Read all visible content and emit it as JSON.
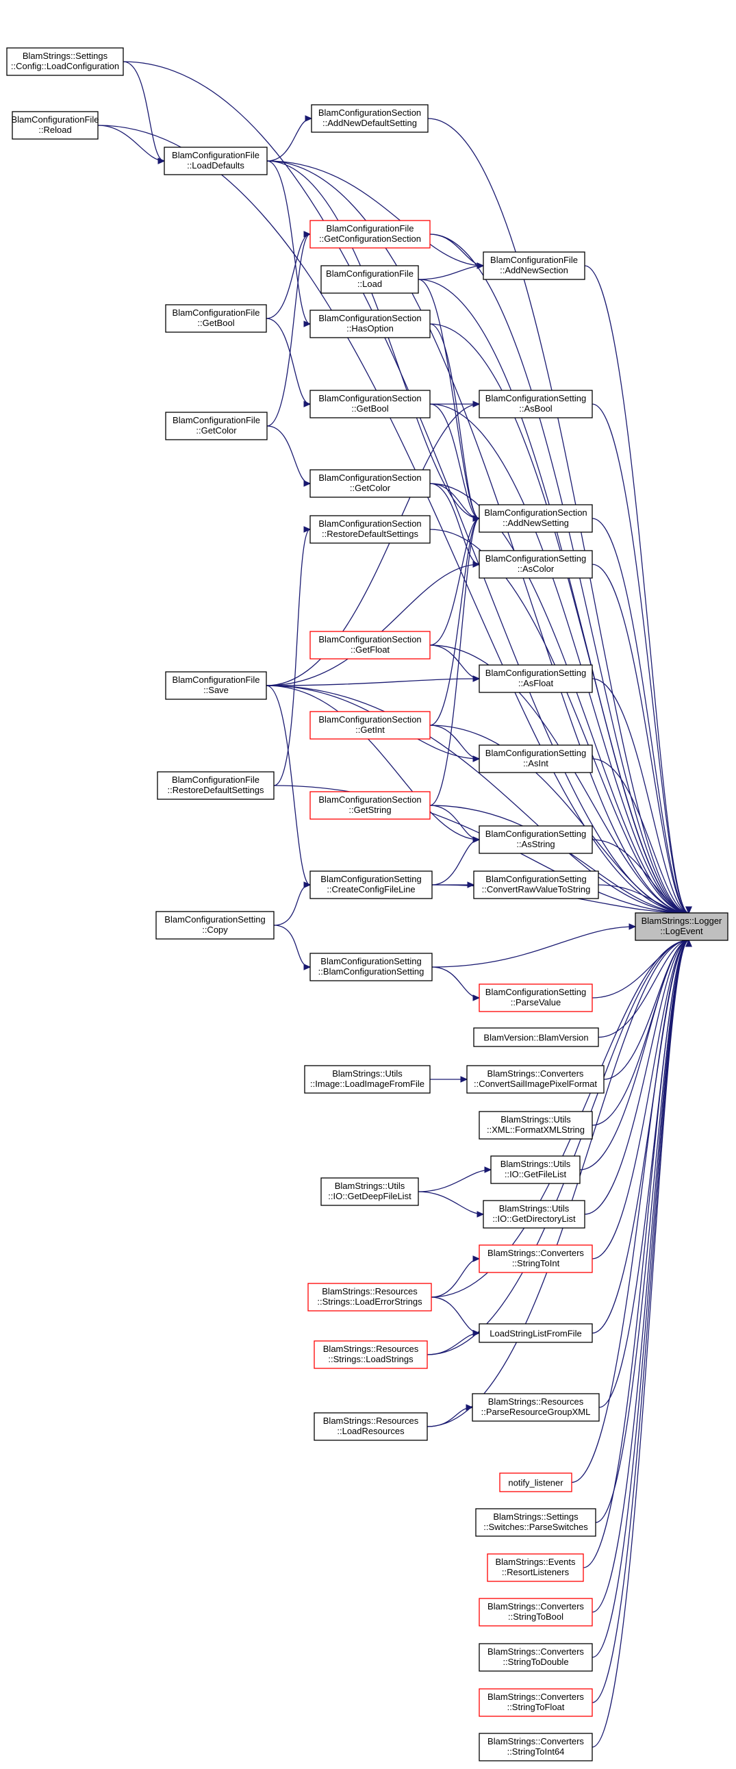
{
  "colors": {
    "edge": "#191970",
    "node_border": "#000000",
    "node_border_partial": "#ff0000",
    "target_fill": "#bfbfbf",
    "node_fill": "#ffffff"
  },
  "nodes": [
    {
      "id": "logevent",
      "lines": [
        "BlamStrings::Logger",
        "::LogEvent"
      ],
      "border": "black",
      "target": true
    },
    {
      "id": "loadconfiguration",
      "lines": [
        "BlamStrings::Settings",
        "::Config::LoadConfiguration"
      ],
      "border": "black"
    },
    {
      "id": "reload",
      "lines": [
        "BlamConfigurationFile",
        "::Reload"
      ],
      "border": "black"
    },
    {
      "id": "loaddefaults",
      "lines": [
        "BlamConfigurationFile",
        "::LoadDefaults"
      ],
      "border": "black"
    },
    {
      "id": "addnewdefaultsetting",
      "lines": [
        "BlamConfigurationSection",
        "::AddNewDefaultSetting"
      ],
      "border": "black"
    },
    {
      "id": "getconfigurationsection",
      "lines": [
        "BlamConfigurationFile",
        "::GetConfigurationSection"
      ],
      "border": "red"
    },
    {
      "id": "load",
      "lines": [
        "BlamConfigurationFile",
        "::Load"
      ],
      "border": "black"
    },
    {
      "id": "addnewsection",
      "lines": [
        "BlamConfigurationFile",
        "::AddNewSection"
      ],
      "border": "black"
    },
    {
      "id": "file_getbool",
      "lines": [
        "BlamConfigurationFile",
        "::GetBool"
      ],
      "border": "black"
    },
    {
      "id": "hasoption",
      "lines": [
        "BlamConfigurationSection",
        "::HasOption"
      ],
      "border": "black"
    },
    {
      "id": "section_getbool",
      "lines": [
        "BlamConfigurationSection",
        "::GetBool"
      ],
      "border": "black"
    },
    {
      "id": "asbool",
      "lines": [
        "BlamConfigurationSetting",
        "::AsBool"
      ],
      "border": "black"
    },
    {
      "id": "file_getcolor",
      "lines": [
        "BlamConfigurationFile",
        "::GetColor"
      ],
      "border": "black"
    },
    {
      "id": "section_getcolor",
      "lines": [
        "BlamConfigurationSection",
        "::GetColor"
      ],
      "border": "black"
    },
    {
      "id": "addnewsetting",
      "lines": [
        "BlamConfigurationSection",
        "::AddNewSetting"
      ],
      "border": "black"
    },
    {
      "id": "restoredefaultsettings_section",
      "lines": [
        "BlamConfigurationSection",
        "::RestoreDefaultSettings"
      ],
      "border": "black"
    },
    {
      "id": "ascolor",
      "lines": [
        "BlamConfigurationSetting",
        "::AsColor"
      ],
      "border": "black"
    },
    {
      "id": "getfloat",
      "lines": [
        "BlamConfigurationSection",
        "::GetFloat"
      ],
      "border": "red"
    },
    {
      "id": "save",
      "lines": [
        "BlamConfigurationFile",
        "::Save"
      ],
      "border": "black"
    },
    {
      "id": "asfloat",
      "lines": [
        "BlamConfigurationSetting",
        "::AsFloat"
      ],
      "border": "black"
    },
    {
      "id": "getint",
      "lines": [
        "BlamConfigurationSection",
        "::GetInt"
      ],
      "border": "red"
    },
    {
      "id": "asint",
      "lines": [
        "BlamConfigurationSetting",
        "::AsInt"
      ],
      "border": "black"
    },
    {
      "id": "restoredefaultsettings_file",
      "lines": [
        "BlamConfigurationFile",
        "::RestoreDefaultSettings"
      ],
      "border": "black"
    },
    {
      "id": "getstring",
      "lines": [
        "BlamConfigurationSection",
        "::GetString"
      ],
      "border": "red"
    },
    {
      "id": "asstring",
      "lines": [
        "BlamConfigurationSetting",
        "::AsString"
      ],
      "border": "black"
    },
    {
      "id": "createconfigfileline",
      "lines": [
        "BlamConfigurationSetting",
        "::CreateConfigFileLine"
      ],
      "border": "black"
    },
    {
      "id": "convertrawvaluetostring",
      "lines": [
        "BlamConfigurationSetting",
        "::ConvertRawValueToString"
      ],
      "border": "black"
    },
    {
      "id": "copy",
      "lines": [
        "BlamConfigurationSetting",
        "::Copy"
      ],
      "border": "black"
    },
    {
      "id": "ctor_setting",
      "lines": [
        "BlamConfigurationSetting",
        "::BlamConfigurationSetting"
      ],
      "border": "black"
    },
    {
      "id": "parsevalue",
      "lines": [
        "BlamConfigurationSetting",
        "::ParseValue"
      ],
      "border": "red"
    },
    {
      "id": "blamversion",
      "lines": [
        "BlamVersion::BlamVersion"
      ],
      "border": "black"
    },
    {
      "id": "loadimagefromfile",
      "lines": [
        "BlamStrings::Utils",
        "::Image::LoadImageFromFile"
      ],
      "border": "black"
    },
    {
      "id": "convertsailimagepixelformat",
      "lines": [
        "BlamStrings::Converters",
        "::ConvertSailImagePixelFormat"
      ],
      "border": "black"
    },
    {
      "id": "formatxmlstring",
      "lines": [
        "BlamStrings::Utils",
        "::XML::FormatXMLString"
      ],
      "border": "black"
    },
    {
      "id": "getfilelist",
      "lines": [
        "BlamStrings::Utils",
        "::IO::GetFileList"
      ],
      "border": "black"
    },
    {
      "id": "getdeepfilelist",
      "lines": [
        "BlamStrings::Utils",
        "::IO::GetDeepFileList"
      ],
      "border": "black"
    },
    {
      "id": "getdirectorylist",
      "lines": [
        "BlamStrings::Utils",
        "::IO::GetDirectoryList"
      ],
      "border": "black"
    },
    {
      "id": "stringtoint",
      "lines": [
        "BlamStrings::Converters",
        "::StringToInt"
      ],
      "border": "red"
    },
    {
      "id": "loaderrorstrings",
      "lines": [
        "BlamStrings::Resources",
        "::Strings::LoadErrorStrings"
      ],
      "border": "red"
    },
    {
      "id": "loadstringlistfromfile",
      "lines": [
        "LoadStringListFromFile"
      ],
      "border": "black"
    },
    {
      "id": "loadstrings",
      "lines": [
        "BlamStrings::Resources",
        "::Strings::LoadStrings"
      ],
      "border": "red"
    },
    {
      "id": "parseresourcegroupxml",
      "lines": [
        "BlamStrings::Resources",
        "::ParseResourceGroupXML"
      ],
      "border": "black"
    },
    {
      "id": "loadresources",
      "lines": [
        "BlamStrings::Resources",
        "::LoadResources"
      ],
      "border": "black"
    },
    {
      "id": "notify_listener",
      "lines": [
        "notify_listener"
      ],
      "border": "red"
    },
    {
      "id": "parseswitches",
      "lines": [
        "BlamStrings::Settings",
        "::Switches::ParseSwitches"
      ],
      "border": "black"
    },
    {
      "id": "resortlisteners",
      "lines": [
        "BlamStrings::Events",
        "::ResortListeners"
      ],
      "border": "red"
    },
    {
      "id": "stringtobool",
      "lines": [
        "BlamStrings::Converters",
        "::StringToBool"
      ],
      "border": "red"
    },
    {
      "id": "stringtodouble",
      "lines": [
        "BlamStrings::Converters",
        "::StringToDouble"
      ],
      "border": "black"
    },
    {
      "id": "stringtofloat",
      "lines": [
        "BlamStrings::Converters",
        "::StringToFloat"
      ],
      "border": "red"
    },
    {
      "id": "stringtoint64",
      "lines": [
        "BlamStrings::Converters",
        "::StringToInt64"
      ],
      "border": "black"
    }
  ],
  "edges": [
    [
      "loadconfiguration",
      "loaddefaults"
    ],
    [
      "loadconfiguration",
      "logevent"
    ],
    [
      "reload",
      "loaddefaults"
    ],
    [
      "reload",
      "logevent"
    ],
    [
      "loaddefaults",
      "addnewdefaultsetting"
    ],
    [
      "loaddefaults",
      "addnewsection"
    ],
    [
      "loaddefaults",
      "hasoption"
    ],
    [
      "loaddefaults",
      "addnewsetting"
    ],
    [
      "loaddefaults",
      "logevent"
    ],
    [
      "addnewdefaultsetting",
      "logevent"
    ],
    [
      "getconfigurationsection",
      "addnewsection"
    ],
    [
      "getconfigurationsection",
      "logevent"
    ],
    [
      "load",
      "addnewsection"
    ],
    [
      "load",
      "addnewsetting"
    ],
    [
      "load",
      "logevent"
    ],
    [
      "addnewsection",
      "logevent"
    ],
    [
      "file_getbool",
      "getconfigurationsection"
    ],
    [
      "file_getbool",
      "section_getbool"
    ],
    [
      "hasoption",
      "addnewsetting"
    ],
    [
      "hasoption",
      "logevent"
    ],
    [
      "section_getbool",
      "asbool"
    ],
    [
      "section_getbool",
      "addnewsetting"
    ],
    [
      "section_getbool",
      "logevent"
    ],
    [
      "asbool",
      "logevent"
    ],
    [
      "file_getcolor",
      "getconfigurationsection"
    ],
    [
      "file_getcolor",
      "section_getcolor"
    ],
    [
      "section_getcolor",
      "addnewsetting"
    ],
    [
      "section_getcolor",
      "ascolor"
    ],
    [
      "section_getcolor",
      "logevent"
    ],
    [
      "addnewsetting",
      "logevent"
    ],
    [
      "restoredefaultsettings_section",
      "logevent"
    ],
    [
      "ascolor",
      "logevent"
    ],
    [
      "getfloat",
      "addnewsetting"
    ],
    [
      "getfloat",
      "asfloat"
    ],
    [
      "getfloat",
      "logevent"
    ],
    [
      "save",
      "asbool"
    ],
    [
      "save",
      "ascolor"
    ],
    [
      "save",
      "asfloat"
    ],
    [
      "save",
      "asint"
    ],
    [
      "save",
      "asstring"
    ],
    [
      "save",
      "createconfigfileline"
    ],
    [
      "save",
      "logevent"
    ],
    [
      "asfloat",
      "logevent"
    ],
    [
      "getint",
      "addnewsetting"
    ],
    [
      "getint",
      "asint"
    ],
    [
      "getint",
      "logevent"
    ],
    [
      "asint",
      "logevent"
    ],
    [
      "restoredefaultsettings_file",
      "restoredefaultsettings_section"
    ],
    [
      "restoredefaultsettings_file",
      "logevent"
    ],
    [
      "getstring",
      "addnewsetting"
    ],
    [
      "getstring",
      "asstring"
    ],
    [
      "getstring",
      "logevent"
    ],
    [
      "asstring",
      "logevent"
    ],
    [
      "createconfigfileline",
      "asstring"
    ],
    [
      "createconfigfileline",
      "convertrawvaluetostring"
    ],
    [
      "createconfigfileline",
      "logevent"
    ],
    [
      "convertrawvaluetostring",
      "logevent"
    ],
    [
      "copy",
      "createconfigfileline"
    ],
    [
      "copy",
      "ctor_setting"
    ],
    [
      "ctor_setting",
      "parsevalue"
    ],
    [
      "ctor_setting",
      "logevent"
    ],
    [
      "parsevalue",
      "logevent"
    ],
    [
      "blamversion",
      "logevent"
    ],
    [
      "loadimagefromfile",
      "convertsailimagepixelformat"
    ],
    [
      "convertsailimagepixelformat",
      "logevent"
    ],
    [
      "formatxmlstring",
      "logevent"
    ],
    [
      "getdeepfilelist",
      "getfilelist"
    ],
    [
      "getdeepfilelist",
      "getdirectorylist"
    ],
    [
      "getfilelist",
      "logevent"
    ],
    [
      "getdirectorylist",
      "logevent"
    ],
    [
      "loaderrorstrings",
      "stringtoint"
    ],
    [
      "loaderrorstrings",
      "loadstringlistfromfile"
    ],
    [
      "loaderrorstrings",
      "logevent"
    ],
    [
      "stringtoint",
      "logevent"
    ],
    [
      "loadstrings",
      "loadstringlistfromfile"
    ],
    [
      "loadstrings",
      "logevent"
    ],
    [
      "loadstringlistfromfile",
      "logevent"
    ],
    [
      "loadresources",
      "parseresourcegroupxml"
    ],
    [
      "loadresources",
      "logevent"
    ],
    [
      "parseresourcegroupxml",
      "logevent"
    ],
    [
      "notify_listener",
      "logevent"
    ],
    [
      "parseswitches",
      "logevent"
    ],
    [
      "resortlisteners",
      "logevent"
    ],
    [
      "stringtobool",
      "logevent"
    ],
    [
      "stringtodouble",
      "logevent"
    ],
    [
      "stringtofloat",
      "logevent"
    ],
    [
      "stringtoint64",
      "logevent"
    ]
  ]
}
